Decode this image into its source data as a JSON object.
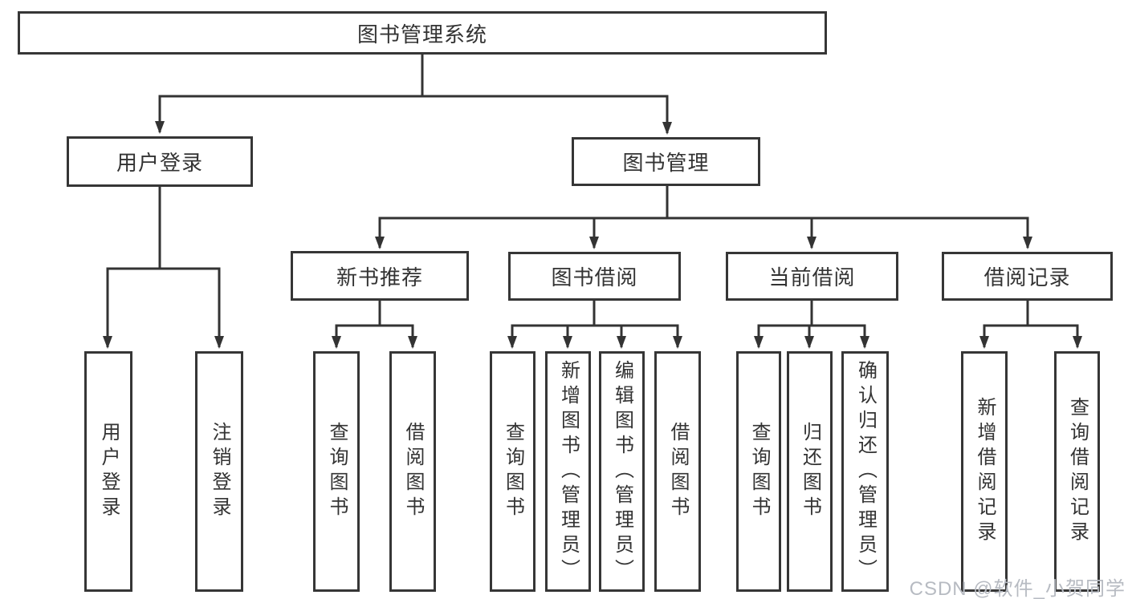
{
  "colors": {
    "line": "#333333",
    "box_border": "#363636",
    "text": "#333333",
    "background": "#ffffff",
    "watermark_text": "#b7bbc2"
  },
  "tree": {
    "root": "图书管理系统",
    "branches": [
      {
        "label": "用户登录",
        "children": [
          "用户登录",
          "注销登录"
        ]
      },
      {
        "label": "图书管理",
        "children": [
          {
            "label": "新书推荐",
            "children": [
              "查询图书",
              "借阅图书"
            ]
          },
          {
            "label": "图书借阅",
            "children": [
              "查询图书",
              "新增图书（管理员）",
              "编辑图书（管理员）",
              "借阅图书"
            ]
          },
          {
            "label": "当前借阅",
            "children": [
              "查询图书",
              "归还图书",
              "确认归还（管理员）"
            ]
          },
          {
            "label": "借阅记录",
            "children": [
              "新增借阅记录",
              "查询借阅记录"
            ]
          }
        ]
      }
    ]
  },
  "watermark": "CSDN @软件_小贺同学"
}
